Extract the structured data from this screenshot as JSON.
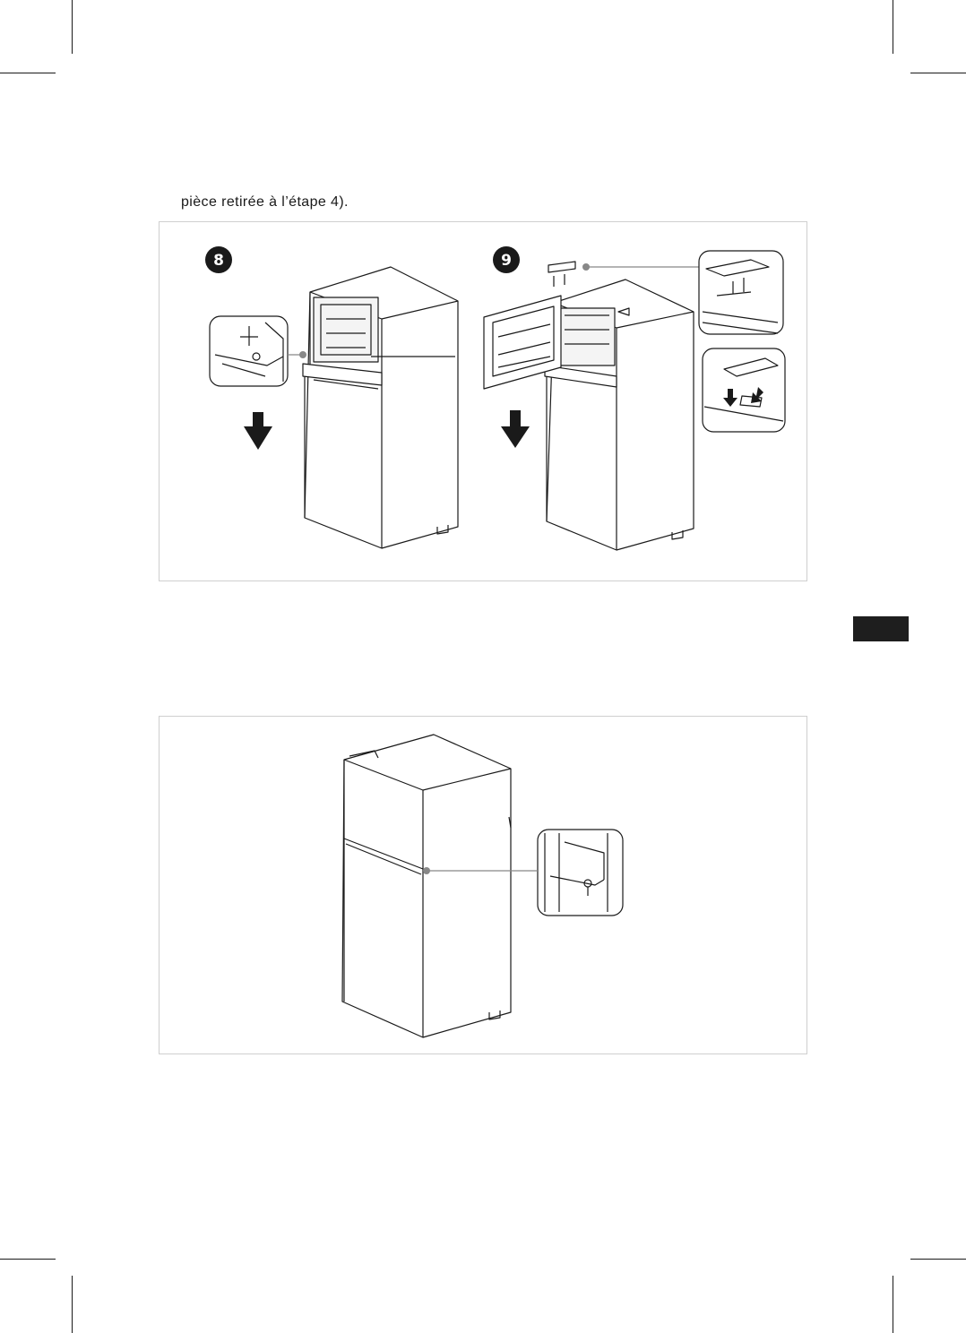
{
  "intro_text": "pièce retirée à l’étape 4).",
  "steps": [
    {
      "number": "8"
    },
    {
      "number": "9"
    }
  ],
  "icons": [
    "down-arrow-icon",
    "callout-dot-icon"
  ],
  "colors": {
    "ink": "#1a1a1a",
    "panel_border": "#cfcfcf",
    "tab": "#1e1e1e"
  }
}
